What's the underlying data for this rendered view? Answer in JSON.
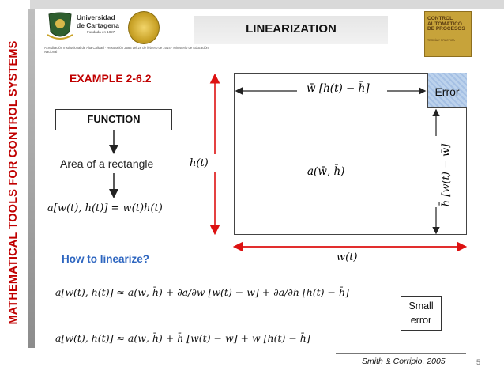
{
  "sidebar": {
    "title": "MATHEMATICAL TOOLS FOR CONTROL SYSTEMS"
  },
  "header": {
    "title": "LINEARIZATION",
    "university_line1": "Universidad",
    "university_line2": "de Cartagena",
    "founded": "Fundada en 1827",
    "accreditation": "Acreditación Institucional de Alta Calidad · Resolución 2583 del 26 de febrero de 2014 · Ministerio de Educación Nacional",
    "book_title": "CONTROL AUTOMÁTICO DE PROCESOS",
    "book_subtitle": "TEORÍA Y PRÁCTICA"
  },
  "slide": {
    "example": "EXAMPLE 2-6.2",
    "function_box": "FUNCTION",
    "area_label": "Area of a rectangle",
    "equation": "a[w(t), h(t)] = w(t)h(t)",
    "how_to": "How to linearize?",
    "eq_partial": "a[w(t), h(t)] ≈ a(w̄, h̄) + ∂a/∂w [w(t) − w̄] + ∂a/∂h [h(t) − h̄]",
    "eq_linear": "a[w(t), h(t)] ≈ a(w̄, h̄) + h̄ [w(t) − w̄] + w̄ [h(t) − h̄]",
    "small_error": "Small error"
  },
  "diagram": {
    "error_label": "Error",
    "top_label": "w̄ [h(t) − h̄]",
    "center_label": "a(w̄, h̄)",
    "left_label": "h(t)",
    "bottom_label": "w(t)",
    "right_label": "h̄ [w(t) − w̄]"
  },
  "footer": {
    "source": "Smith & Corripio, 2005",
    "page": "5"
  },
  "colors": {
    "accent_red": "#c00000",
    "accent_blue": "#2e66c0",
    "error_fill": "#a5c0e4"
  }
}
